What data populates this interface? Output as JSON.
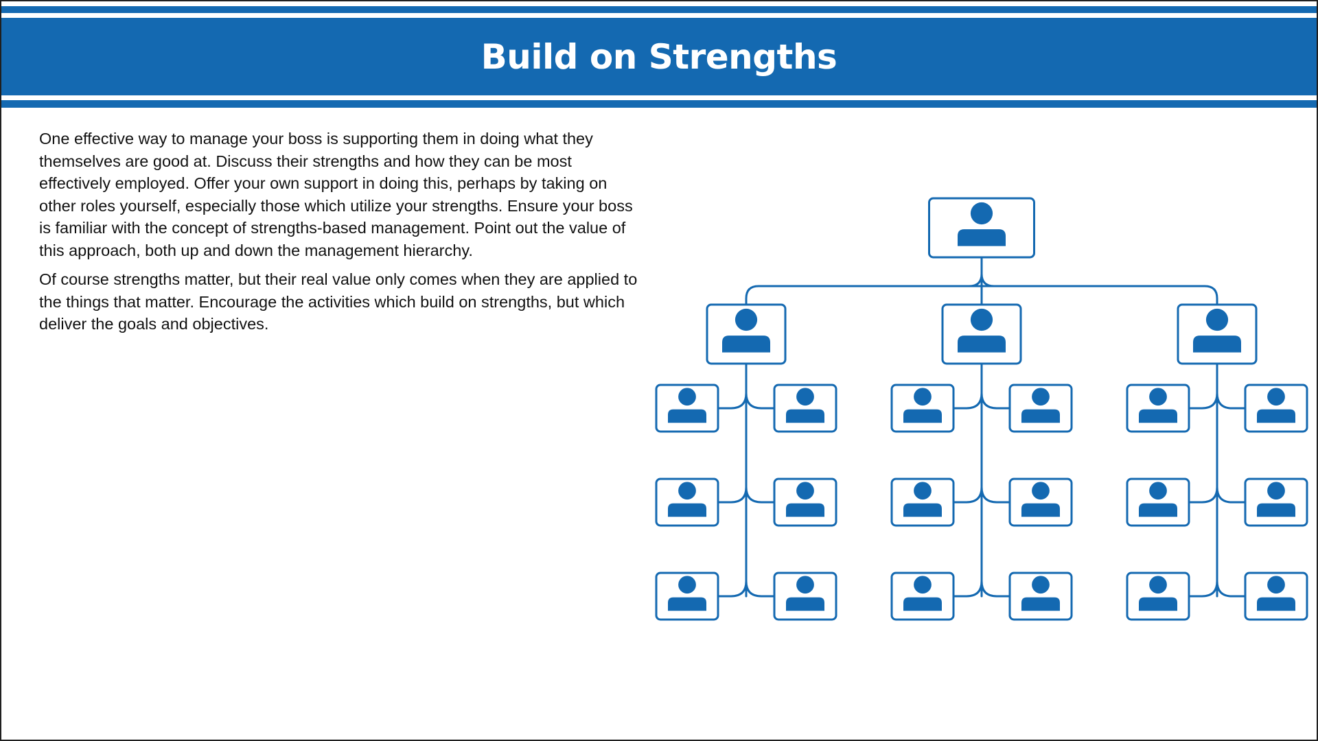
{
  "title": "Build on Strengths",
  "paragraphs": [
    "One effective way to manage your boss is supporting them in doing what they themselves are good at. Discuss their strengths and how they can be most effectively employed. Offer your own support in doing this, perhaps by taking on other roles yourself, especially those which utilize your strengths. Ensure your boss is familiar with the concept of strengths-based management. Point out the value of this approach, both up and down the management hierarchy.",
    "Of course strengths matter, but their real value only comes when they are applied to the things that matter. Encourage the activities which build on strengths, but which deliver the goals and objectives."
  ],
  "colors": {
    "brand_blue": "#1469b1",
    "text": "#111111",
    "background": "#ffffff"
  },
  "org_chart": {
    "icon": "person-icon",
    "levels": [
      1,
      3,
      18
    ],
    "managers": 3,
    "reports_per_manager": 6
  }
}
